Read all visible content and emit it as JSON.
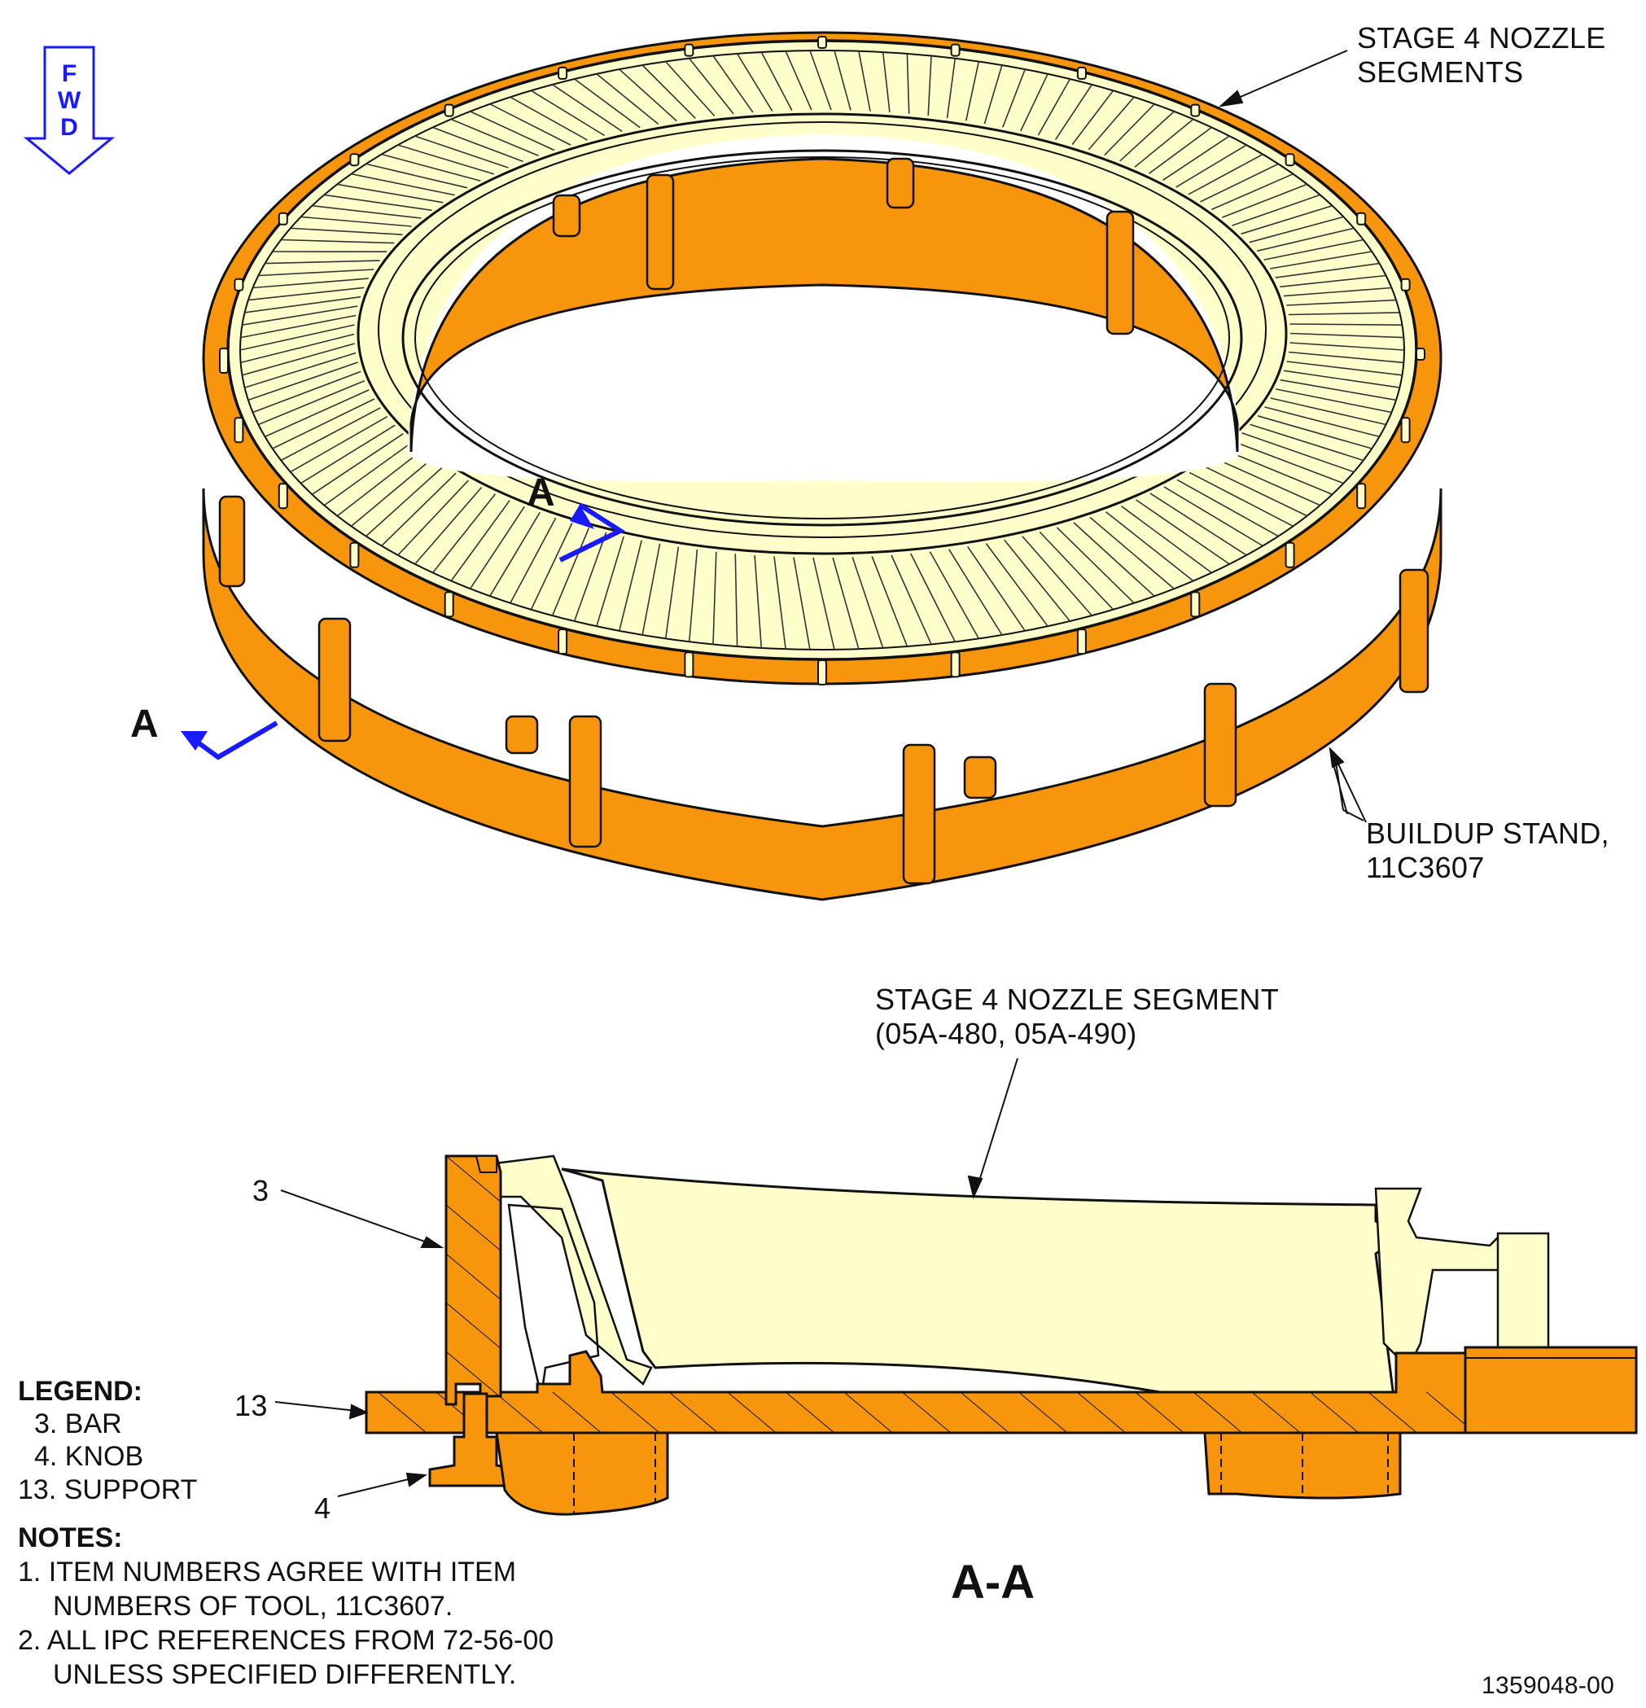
{
  "fwd_arrow": {
    "letters": [
      "F",
      "W",
      "D"
    ],
    "color": "#1a1aff"
  },
  "colors": {
    "stand": "#f7950d",
    "nozzle": "#ffffcc",
    "outline": "#111111",
    "section_marker": "#1a1aff"
  },
  "callouts": {
    "stage4_segments": [
      "STAGE 4 NOZZLE",
      "SEGMENTS"
    ],
    "buildup_stand": [
      "BUILDUP STAND,",
      "11C3607"
    ],
    "stage4_segment": [
      "STAGE 4 NOZZLE SEGMENT",
      "(05A-480, 05A-490)"
    ],
    "item3": "3",
    "item13": "13",
    "item4": "4"
  },
  "section_marks": {
    "upper": "A",
    "lower": "A"
  },
  "view_title": "A-A",
  "legend": {
    "title": "LEGEND:",
    "items": [
      "3. BAR",
      "4. KNOB",
      "13. SUPPORT"
    ]
  },
  "notes": {
    "title": "NOTES:",
    "items": [
      [
        "1. ITEM NUMBERS AGREE WITH ITEM",
        "NUMBERS OF TOOL, 11C3607."
      ],
      [
        "2. ALL IPC REFERENCES FROM 72-56-00",
        "UNLESS SPECIFIED DIFFERENTLY."
      ]
    ]
  },
  "drawing_number": "1359048-00"
}
